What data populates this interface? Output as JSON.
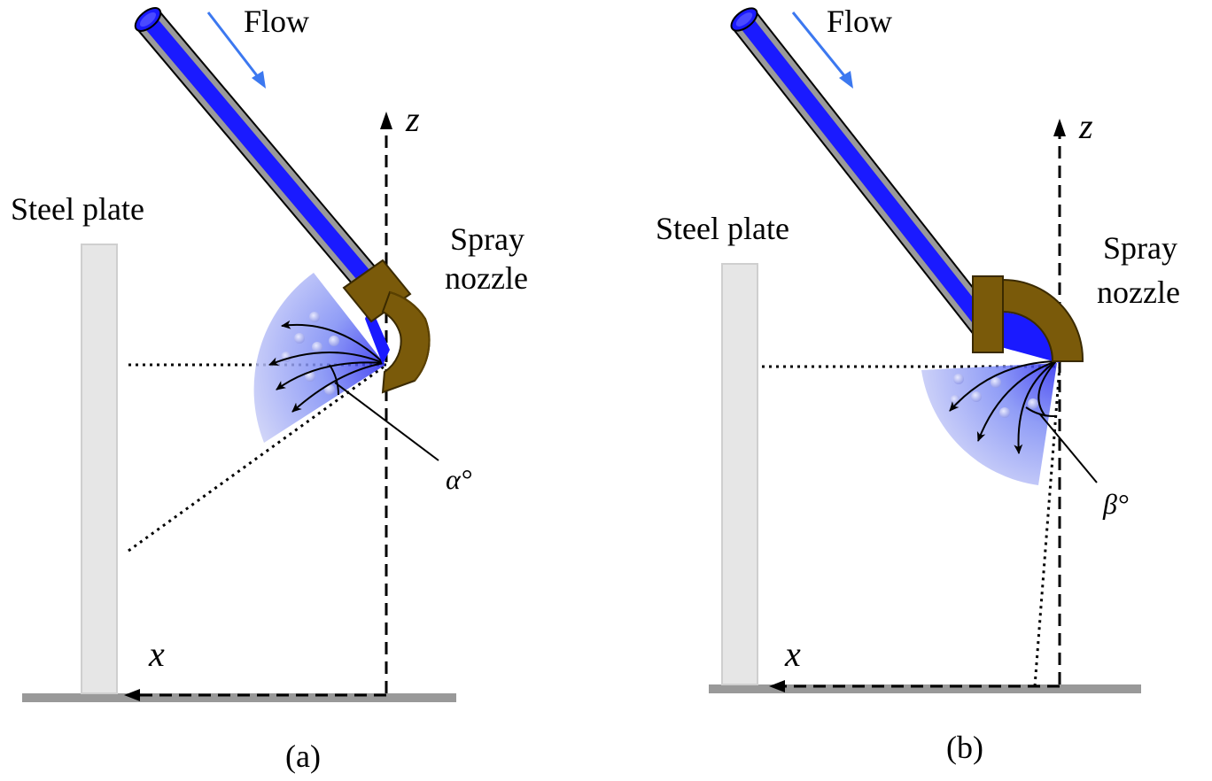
{
  "panels": [
    {
      "id": "a",
      "flow_label": "Flow",
      "plate_label": "Steel plate",
      "nozzle_label_line1": "Spray",
      "nozzle_label_line2": "nozzle",
      "z_label": "z",
      "x_label": "x",
      "angle_label": "α°",
      "caption": "(a)"
    },
    {
      "id": "b",
      "flow_label": "Flow",
      "plate_label": "Steel plate",
      "nozzle_label_line1": "Spray",
      "nozzle_label_line2": "nozzle",
      "z_label": "z",
      "x_label": "x",
      "angle_label": "β°",
      "caption": "(b)"
    }
  ],
  "colors": {
    "water": "#1a1aff",
    "pipe_wall": "#9a9a9a",
    "nozzle": "#7a5a0a",
    "spray_fan": "#7d8cf5",
    "plate": "#e6e6e6",
    "floor": "#999999",
    "flow_arrow": "#3c78f0"
  }
}
